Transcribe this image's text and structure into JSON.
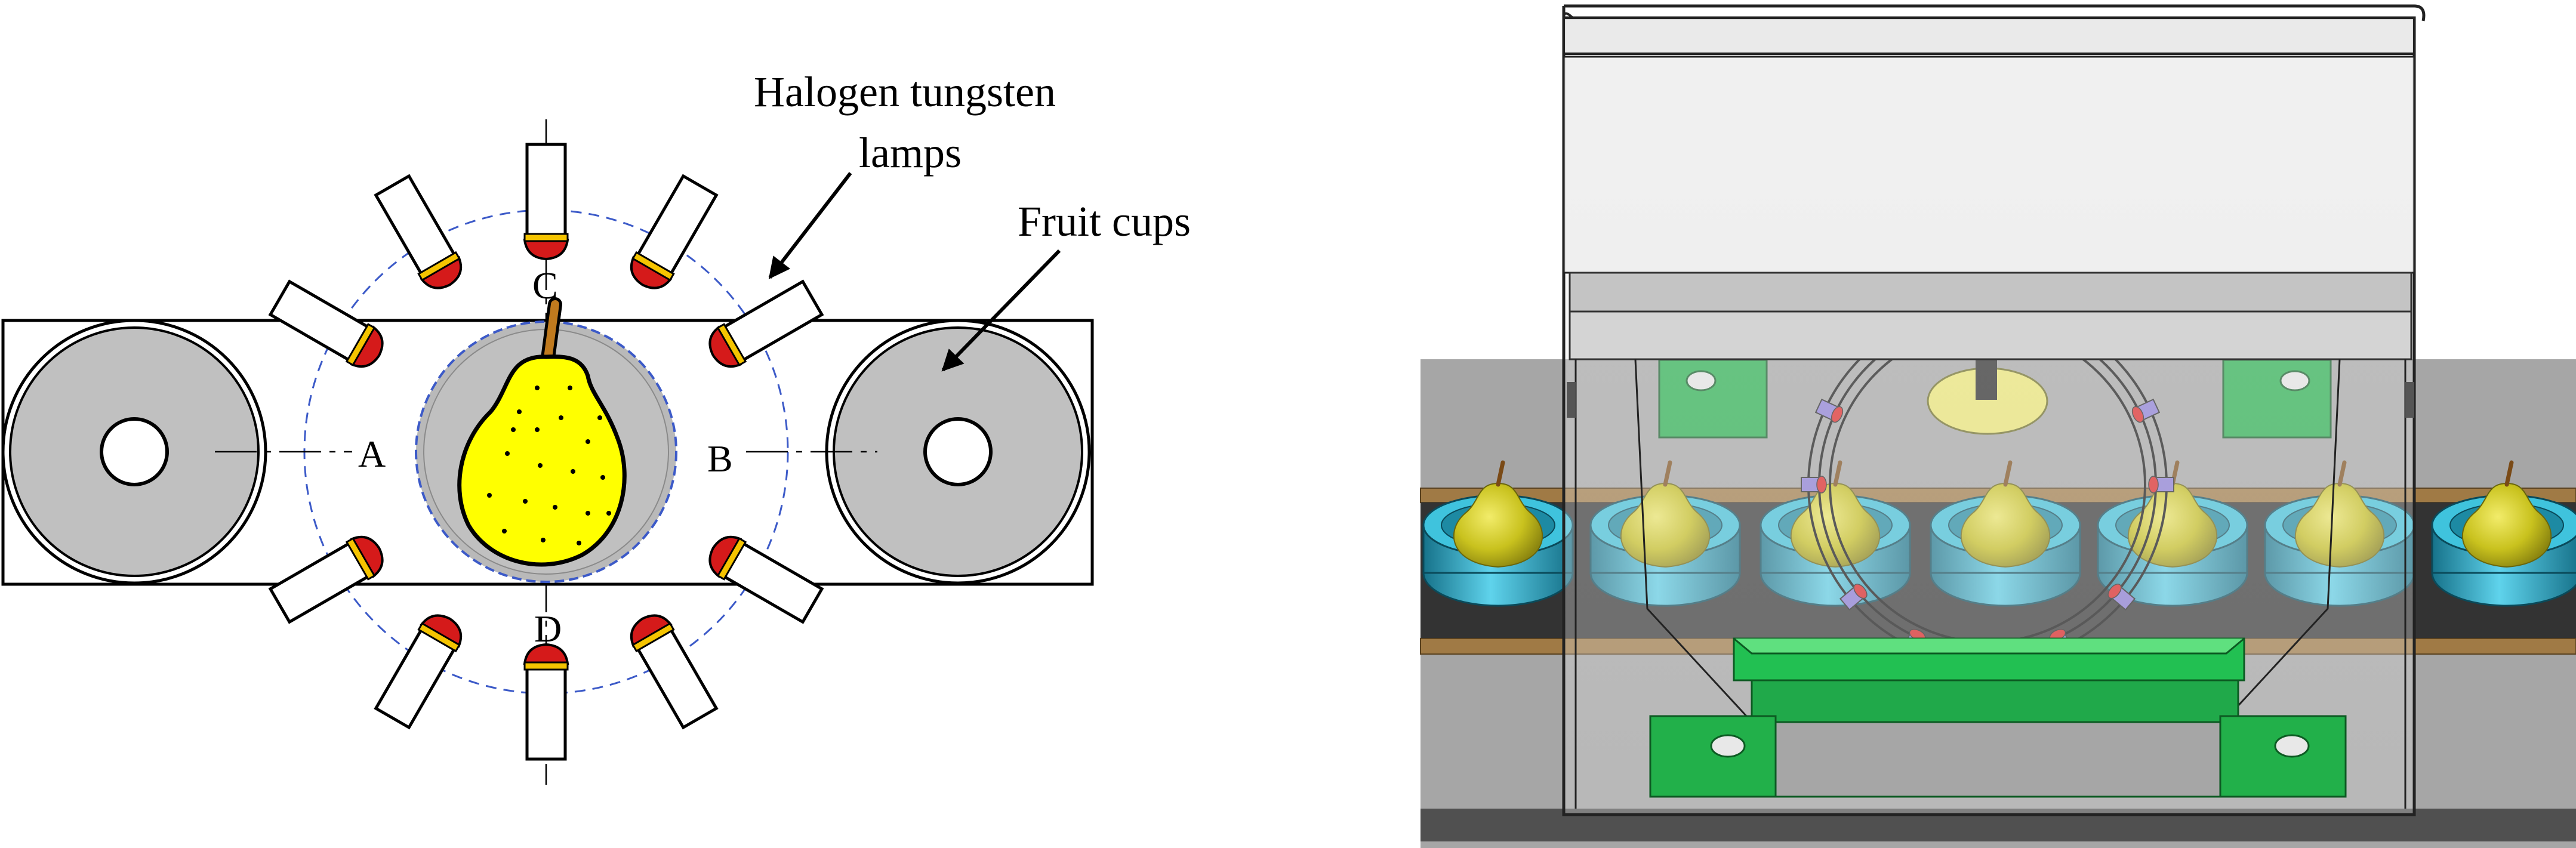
{
  "left_schematic": {
    "labels": {
      "lamps": [
        "Halogen tungsten",
        "lamps"
      ],
      "cups": "Fruit cups",
      "pos_a": "A",
      "pos_b": "B",
      "pos_c": "C",
      "pos_d": "D"
    },
    "lamp_count": 10,
    "colors": {
      "lamp_glass": "#d51a1a",
      "lamp_rim": "#f5c400",
      "cup_fill": "#c0c0c0",
      "pear_fill": "#ffff00",
      "guide_circle": "#3c5ac8"
    }
  },
  "right_render": {
    "pear_count": 7,
    "colors": {
      "pear": "#c8c21c",
      "cup": "#2fb4d2",
      "bracket": "#22c052",
      "belt": "#333333",
      "rail": "#a07a45"
    }
  }
}
